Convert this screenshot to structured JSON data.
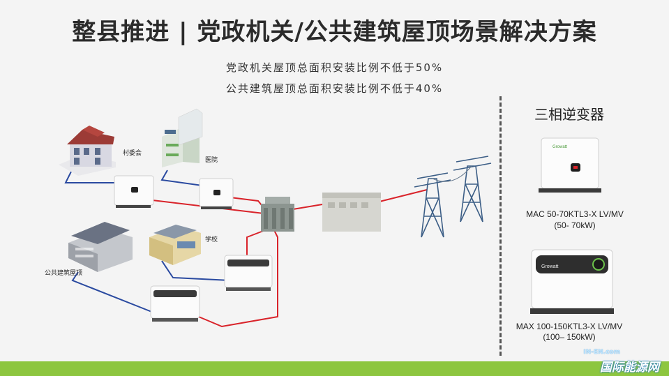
{
  "title": "整县推进 | 党政机关/公共建筑屋顶场景解决方案",
  "subtitle1": "党政机关屋顶总面积安装比例不低于50%",
  "subtitle2": "公共建筑屋顶总面积安装比例不低于40%",
  "labels": {
    "village": "村委会",
    "hospital": "医院",
    "school": "学校",
    "public": "公共建筑屋顶"
  },
  "right": {
    "title": "三相逆变器",
    "inverter_brand": "Growatt",
    "model1_line1": "MAC 50-70KTL3-X  LV/MV",
    "model1_line2": "(50- 70kW)",
    "model2_line1": "MAX 100-150KTL3-X  LV/MV",
    "model2_line2": "(100– 150kW)"
  },
  "brand": "国际能源网",
  "brand_small": "IN-EN.com",
  "colors": {
    "ac_line": "#d9232a",
    "dc_line": "#2a4aa0",
    "footer": "#8dc63f"
  }
}
